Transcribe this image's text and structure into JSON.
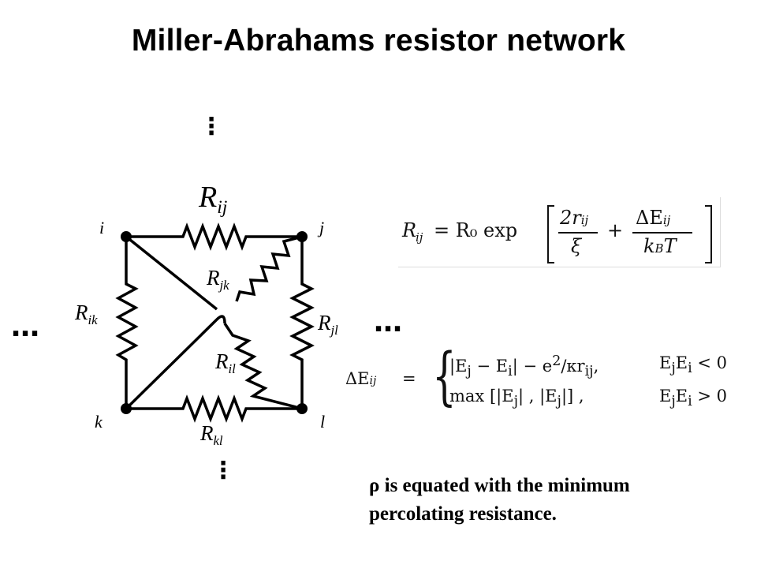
{
  "slide": {
    "title": "Miller-Abrahams resistor network"
  },
  "network": {
    "nodes": {
      "i": "i",
      "j": "j",
      "k": "k",
      "l": "l"
    },
    "resistors": {
      "ij": {
        "R": "R",
        "sub": "ij"
      },
      "jk": {
        "R": "R",
        "sub": "jk"
      },
      "ik": {
        "R": "R",
        "sub": "ik"
      },
      "jl": {
        "R": "R",
        "sub": "jl"
      },
      "il": {
        "R": "R",
        "sub": "il"
      },
      "kl": {
        "R": "R",
        "sub": "kl"
      }
    },
    "ellipses": {
      "horizontal": "…",
      "vertical": "⋮"
    }
  },
  "formulas": {
    "resistance": {
      "lhs": "R",
      "lhs_sub": "ij",
      "rhs": "= R₀ exp",
      "term1_num": "2r",
      "term1_num_sub": "ij",
      "term1_den": "ξ",
      "plus": "+",
      "term2_num": "ΔE",
      "term2_num_sub": "ij",
      "term2_den": "k",
      "term2_den_sub": "B",
      "term2_den_tail": "T"
    },
    "delta_e": {
      "lhs": "ΔE",
      "lhs_sub": "ij",
      "eq": "=",
      "case1_expr": "|E<sub>j</sub> − E<sub>i</sub>| − e<sup>2</sup>/κr<sub>ij</sub>,",
      "case1_cond": "E<sub>j</sub>E<sub>i</sub> < 0",
      "case2_expr": "max [|E<sub>j</sub>| , |E<sub>j</sub>|] ,",
      "case2_cond": "E<sub>j</sub>E<sub>i</sub> > 0"
    }
  },
  "note": {
    "line1": "ρ is equated with the minimum",
    "line2": "percolating resistance."
  }
}
